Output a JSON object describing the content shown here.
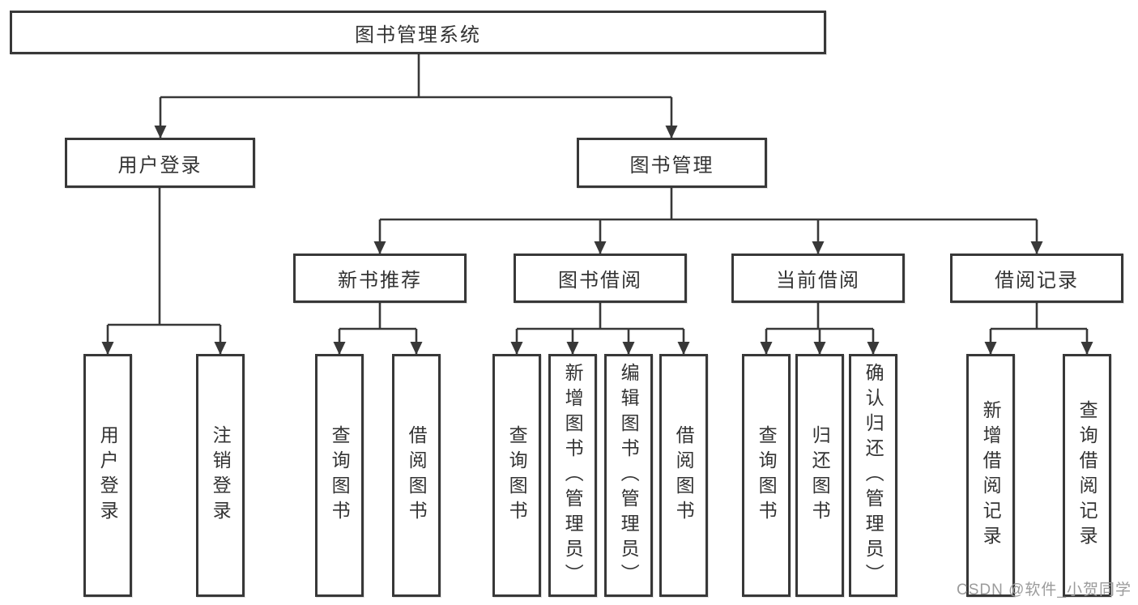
{
  "diagram": {
    "root": {
      "label": "图书管理系统"
    },
    "level2": [
      {
        "label": "用户登录"
      },
      {
        "label": "图书管理"
      }
    ],
    "level3": [
      {
        "label": "新书推荐"
      },
      {
        "label": "图书借阅"
      },
      {
        "label": "当前借阅"
      },
      {
        "label": "借阅记录"
      }
    ],
    "leaves": [
      {
        "label": "用户登录"
      },
      {
        "label": "注销登录"
      },
      {
        "label": "查询图书"
      },
      {
        "label": "借阅图书"
      },
      {
        "label": "查询图书"
      },
      {
        "label": "新增图书（管理员）"
      },
      {
        "label": "编辑图书（管理员）"
      },
      {
        "label": "借阅图书"
      },
      {
        "label": "查询图书"
      },
      {
        "label": "归还图书"
      },
      {
        "label": "确认归还（管理员）"
      },
      {
        "label": "新增借阅记录"
      },
      {
        "label": "查询借阅记录"
      }
    ],
    "watermark": "CSDN @软件_小贺同学"
  },
  "colors": {
    "line": "#383838",
    "text": "#333333",
    "watermark": "#9b9b9b",
    "background": "#ffffff"
  }
}
